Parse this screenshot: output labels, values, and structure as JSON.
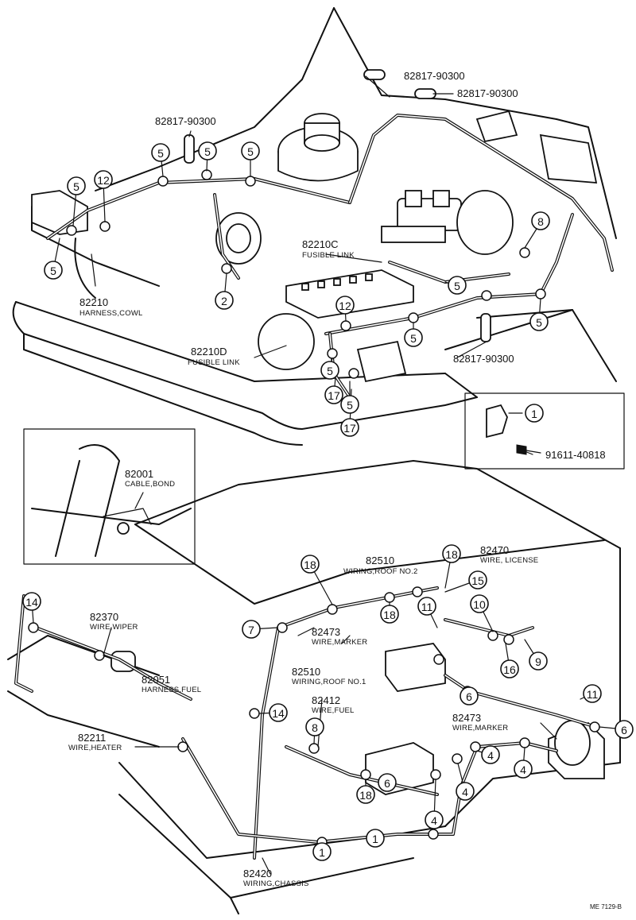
{
  "labels": {
    "pn_90300_a": "82817-90300",
    "pn_90300_b": "82817-90300",
    "pn_90300_c": "82817-90300",
    "pn_90300_d": "82817-90300",
    "fusible_c_num": "82210C",
    "fusible_c_sub": "FUSIBLE LINK",
    "harness_cowl_num": "82210",
    "harness_cowl_sub": "HARNESS,COWL",
    "fusible_d_num": "82210D",
    "fusible_d_sub": "FUSIBLE LINK",
    "bolt_num": "91611-40818",
    "cable_bond_num": "82001",
    "cable_bond_sub": "CABLE,BOND",
    "roof2_num": "82510",
    "roof2_sub": "WIRING,ROOF NO.2",
    "license_num": "82470",
    "license_sub": "WIRE, LICENSE",
    "wiper_num": "82370",
    "wiper_sub": "WIRE,WIPER",
    "marker_a_num": "82473",
    "marker_a_sub": "WIRE,MARKER",
    "roof1_num": "82510",
    "roof1_sub": "WIRING,ROOF NO.1",
    "fuelh_num": "82051",
    "fuelh_sub": "HARNESS,FUEL",
    "fuelw_num": "82412",
    "fuelw_sub": "WIRE,FUEL",
    "marker_b_num": "82473",
    "marker_b_sub": "WIRE,MARKER",
    "heater_num": "82211",
    "heater_sub": "WIRE,HEATER",
    "chassis_num": "82420",
    "chassis_sub": "WIRING,CHASSIS",
    "ref_code": "ME 7129-B"
  },
  "callouts": [
    {
      "n": "5"
    },
    {
      "n": "5"
    },
    {
      "n": "5"
    },
    {
      "n": "5"
    },
    {
      "n": "12"
    },
    {
      "n": "5"
    },
    {
      "n": "2"
    },
    {
      "n": "8"
    },
    {
      "n": "5"
    },
    {
      "n": "12"
    },
    {
      "n": "5"
    },
    {
      "n": "5"
    },
    {
      "n": "5"
    },
    {
      "n": "17"
    },
    {
      "n": "5"
    },
    {
      "n": "17"
    },
    {
      "n": "1"
    },
    {
      "n": "18"
    },
    {
      "n": "18"
    },
    {
      "n": "18"
    },
    {
      "n": "15"
    },
    {
      "n": "14"
    },
    {
      "n": "7"
    },
    {
      "n": "11"
    },
    {
      "n": "10"
    },
    {
      "n": "9"
    },
    {
      "n": "16"
    },
    {
      "n": "14"
    },
    {
      "n": "6"
    },
    {
      "n": "11"
    },
    {
      "n": "8"
    },
    {
      "n": "6"
    },
    {
      "n": "4"
    },
    {
      "n": "4"
    },
    {
      "n": "18"
    },
    {
      "n": "6"
    },
    {
      "n": "4"
    },
    {
      "n": "4"
    },
    {
      "n": "1"
    },
    {
      "n": "1"
    }
  ]
}
